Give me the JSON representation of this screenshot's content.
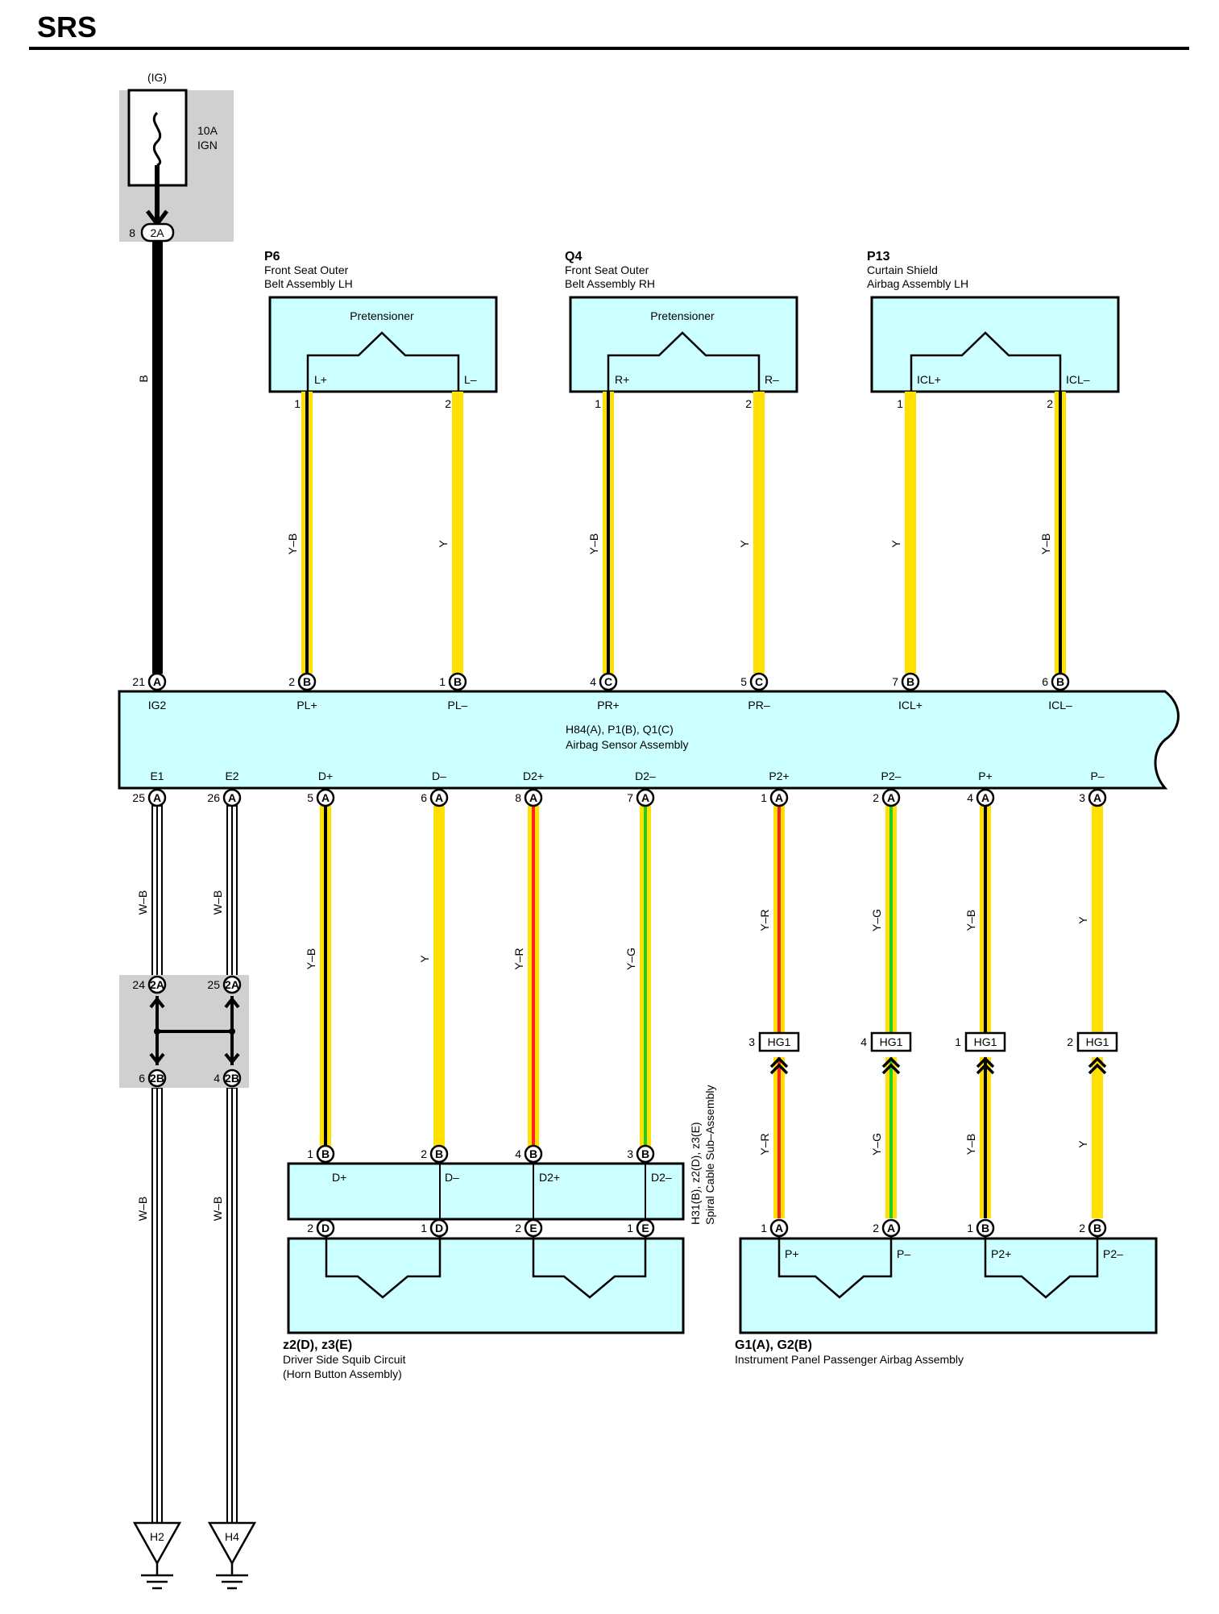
{
  "header": {
    "title": "SRS"
  },
  "colors": {
    "component_fill": "#ccffff",
    "junction_fill": "#d0d0d0",
    "wire_black": "#000000",
    "wire_yellow": "#ffe000",
    "wire_red": "#ff2020",
    "wire_green": "#22cc22",
    "wire_white": "#ffffff"
  },
  "fuse": {
    "source": "(IG)",
    "rating": "10A",
    "name": "IGN",
    "out_pin": "8",
    "out_conn": "2A"
  },
  "components": {
    "p6": {
      "code": "P6",
      "line1": "Front Seat Outer",
      "line2": "Belt Assembly LH",
      "inner": "Pretensioner",
      "t1": "L+",
      "t2": "L–",
      "pin1": "1",
      "pin2": "2"
    },
    "q4": {
      "code": "Q4",
      "line1": "Front Seat Outer",
      "line2": "Belt Assembly RH",
      "inner": "Pretensioner",
      "t1": "R+",
      "t2": "R–",
      "pin1": "1",
      "pin2": "2"
    },
    "p13": {
      "code": "P13",
      "line1": "Curtain Shield",
      "line2": "Airbag Assembly LH",
      "t1": "ICL+",
      "t2": "ICL–",
      "pin1": "1",
      "pin2": "2"
    },
    "sensor": {
      "code": "H84(A), P1(B), Q1(C)",
      "name": "Airbag Sensor Assembly"
    },
    "spiral": {
      "code": "H31(B), z2(D), z3(E)",
      "name": "Spiral Cable Sub–Assembly",
      "t1": "D+",
      "t2": "D–",
      "t3": "D2+",
      "t4": "D2–"
    },
    "driver": {
      "code": "z2(D), z3(E)",
      "line1": "Driver Side Squib Circuit",
      "line2": "(Horn Button Assembly)"
    },
    "passenger": {
      "code": "G1(A), G2(B)",
      "name": "Instrument Panel Passenger Airbag Assembly",
      "t1": "P+",
      "t2": "P–",
      "t3": "P2+",
      "t4": "P2–"
    }
  },
  "sensor_top_pins": [
    {
      "num": "21",
      "conn": "A",
      "term": "IG2"
    },
    {
      "num": "2",
      "conn": "B",
      "term": "PL+"
    },
    {
      "num": "1",
      "conn": "B",
      "term": "PL–"
    },
    {
      "num": "4",
      "conn": "C",
      "term": "PR+"
    },
    {
      "num": "5",
      "conn": "C",
      "term": "PR–"
    },
    {
      "num": "7",
      "conn": "B",
      "term": "ICL+"
    },
    {
      "num": "6",
      "conn": "B",
      "term": "ICL–"
    }
  ],
  "sensor_bottom_pins": [
    {
      "num": "25",
      "conn": "A",
      "term": "E1"
    },
    {
      "num": "26",
      "conn": "A",
      "term": "E2"
    },
    {
      "num": "5",
      "conn": "A",
      "term": "D+"
    },
    {
      "num": "6",
      "conn": "A",
      "term": "D–"
    },
    {
      "num": "8",
      "conn": "A",
      "term": "D2+"
    },
    {
      "num": "7",
      "conn": "A",
      "term": "D2–"
    },
    {
      "num": "1",
      "conn": "A",
      "term": "P2+"
    },
    {
      "num": "2",
      "conn": "A",
      "term": "P2–"
    },
    {
      "num": "4",
      "conn": "A",
      "term": "P+"
    },
    {
      "num": "3",
      "conn": "A",
      "term": "P–"
    }
  ],
  "wire_colors": {
    "ig": "B",
    "pl_plus": "Y–B",
    "pl_minus": "Y",
    "pr_plus": "Y–B",
    "pr_minus": "Y",
    "icl_plus": "Y",
    "icl_minus": "Y–B",
    "e1": "W–B",
    "e2": "W–B",
    "d_plus": "Y–B",
    "d_minus": "Y",
    "d2_plus": "Y–R",
    "d2_minus": "Y–G",
    "p2_plus": "Y–R",
    "p2_minus": "Y–G",
    "p_plus": "Y–B",
    "p_minus": "Y"
  },
  "junction": {
    "top_left_pin": "24",
    "top_right_pin": "25",
    "top_conn": "2A",
    "bottom_left_pin": "6",
    "bottom_right_pin": "4",
    "bottom_conn": "2B"
  },
  "hg1": {
    "label": "HG1",
    "pins": [
      "3",
      "4",
      "1",
      "2"
    ]
  },
  "spiral_top_pins": [
    {
      "num": "1",
      "conn": "B"
    },
    {
      "num": "2",
      "conn": "B"
    },
    {
      "num": "4",
      "conn": "B"
    },
    {
      "num": "3",
      "conn": "B"
    }
  ],
  "spiral_bottom_pins": [
    {
      "num": "2",
      "conn": "D"
    },
    {
      "num": "1",
      "conn": "D"
    },
    {
      "num": "2",
      "conn": "E"
    },
    {
      "num": "1",
      "conn": "E"
    }
  ],
  "passenger_pins": [
    {
      "num": "1",
      "conn": "A"
    },
    {
      "num": "2",
      "conn": "A"
    },
    {
      "num": "1",
      "conn": "B"
    },
    {
      "num": "2",
      "conn": "B"
    }
  ],
  "grounds": [
    "H2",
    "H4"
  ]
}
